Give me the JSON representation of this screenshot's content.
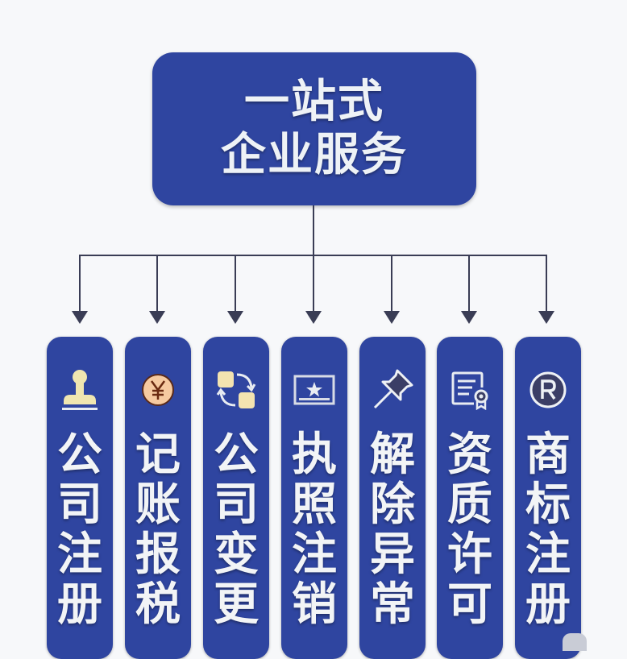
{
  "header": {
    "line1": "一站式",
    "line2": "企业服务"
  },
  "colors": {
    "box": "#2f45a0",
    "connector": "#3a3d55",
    "text": "#f2f4f6",
    "background": "#f7f8fa"
  },
  "services": [
    {
      "icon": "stamp-icon",
      "chars": [
        "公",
        "司",
        "注",
        "册"
      ]
    },
    {
      "icon": "yuan-coin-icon",
      "chars": [
        "记",
        "账",
        "报",
        "税"
      ]
    },
    {
      "icon": "swap-arrows-icon",
      "chars": [
        "公",
        "司",
        "变",
        "更"
      ]
    },
    {
      "icon": "license-star-icon",
      "chars": [
        "执",
        "照",
        "注",
        "销"
      ]
    },
    {
      "icon": "pushpin-icon",
      "chars": [
        "解",
        "除",
        "异",
        "常"
      ]
    },
    {
      "icon": "certificate-icon",
      "chars": [
        "资",
        "质",
        "许",
        "可"
      ]
    },
    {
      "icon": "registered-trademark-icon",
      "chars": [
        "商",
        "标",
        "注",
        "册"
      ]
    }
  ]
}
